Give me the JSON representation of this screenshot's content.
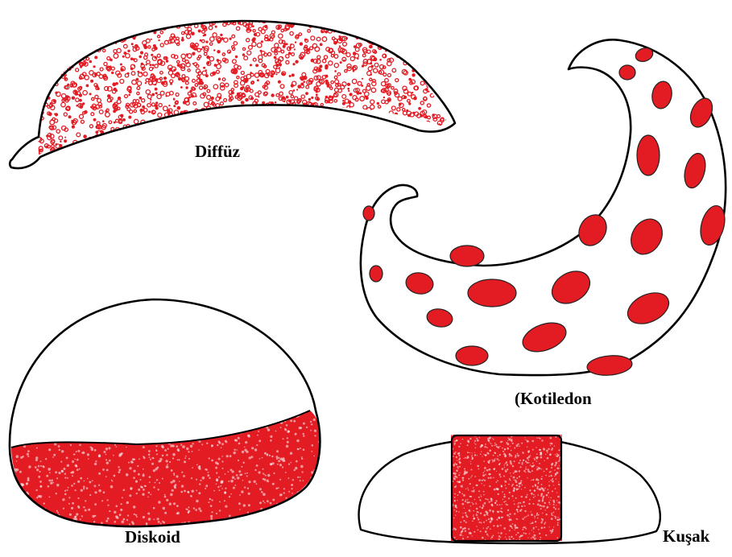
{
  "labels": {
    "diffuz": "Diffüz",
    "kotiledon": "(Kotiledon",
    "diskoid": "Diskoid",
    "kusak": "Kuşak"
  },
  "colors": {
    "outline": "#000000",
    "fill": "#e31b23",
    "background": "#ffffff"
  }
}
